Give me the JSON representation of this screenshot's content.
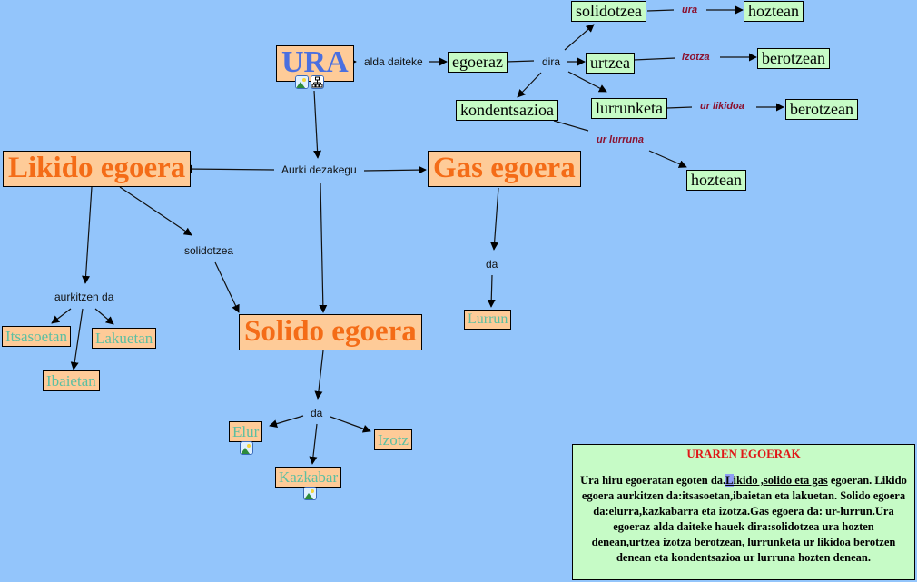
{
  "colors": {
    "background": "#93c5fb",
    "concept_orange": "#fecb98",
    "concept_green": "#c6fbc6",
    "title_text": "#f46c17",
    "ura_text": "#4a6fe0",
    "leaf_text": "#5cbfa2",
    "red_link": "#8b1230"
  },
  "nodes": {
    "ura": "URA",
    "likido": "Likido egoera",
    "gas": "Gas egoera",
    "solido": "Solido egoera",
    "itsasoetan": "Itsasoetan",
    "lakuetan": "Lakuetan",
    "ibaietan": "Ibaietan",
    "lurrun": "Lurrun",
    "elur": "Elur",
    "izotz": "Izotz",
    "kazkabar": "Kazkabar",
    "egoeraz": "egoeraz",
    "solidotzea": "solidotzea",
    "urtzea": "urtzea",
    "kondentsazioa": "kondentsazioa",
    "lurrunketa": "lurrunketa",
    "hoztean_1": "hoztean",
    "berotzean_1": "berotzean",
    "berotzean_2": "berotzean",
    "hoztean_2": "hoztean"
  },
  "links": {
    "alda_daiteke": "alda daiteke",
    "dira": "dira",
    "aurki_dezakegu": "Aurki dezakegu",
    "solidotzea": "solidotzea",
    "aurkitzen_da": "aurkitzen da",
    "da_gas": "da",
    "da_solido": "da",
    "ura": "ura",
    "izotza": "izotza",
    "ur_likidoa": "ur likidoa",
    "ur_lurruna": "ur lurruna"
  },
  "icons": {
    "ura": [
      "image-icon",
      "concept-map-icon"
    ],
    "elur": [
      "image-icon"
    ],
    "kazkabar": [
      "image-icon"
    ]
  },
  "textbox": {
    "title": "URAREN EGOERAK",
    "p1_before": "Ura hiru egoeratan egoten da.",
    "p1_cursor": "L",
    "p1_link": "ikido ,solido eta gas",
    "p1_after": " egoeran. Likido egoera aurkitzen da:itsasoetan,ibaietan eta lakuetan. Solido egoera da:elurra,kazkabarra eta izotza.Gas egoera da: ur-lurrun.Ura egoeraz alda daiteke hauek dira:solidotzea ura hozten denean,urtzea izotza berotzean, lurrunketa ur likidoa berotzen denean eta kondentsazioa ur lurruna hozten denean."
  }
}
